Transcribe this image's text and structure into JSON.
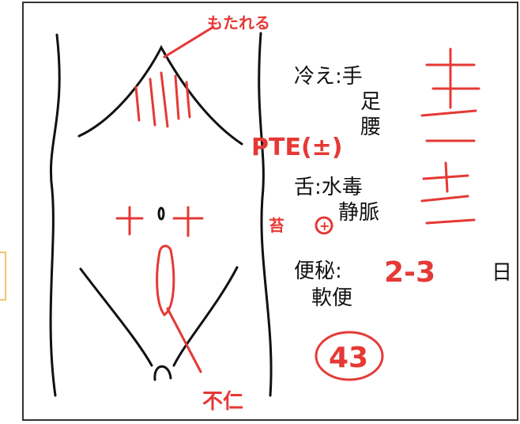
{
  "labels": {
    "chill": "冷え:手",
    "foot": "足",
    "waist": "腰",
    "tongue": "舌:水毒",
    "vein": "静脈",
    "constipation": "便秘:",
    "soft_stool": "軟便",
    "day": "日"
  },
  "annotations": {
    "epigastric": "もたれる",
    "pte": "PTE(±)",
    "coating_mark": "苔",
    "coating_sign": "+",
    "frequency": "2-3",
    "score": "43",
    "lower_abdomen": "不仁",
    "plus_minus": "±",
    "minus": "—"
  },
  "colors": {
    "ink": "#111111",
    "red": "#e53935",
    "frame": "#333333",
    "side_box": "#f0c46a"
  }
}
